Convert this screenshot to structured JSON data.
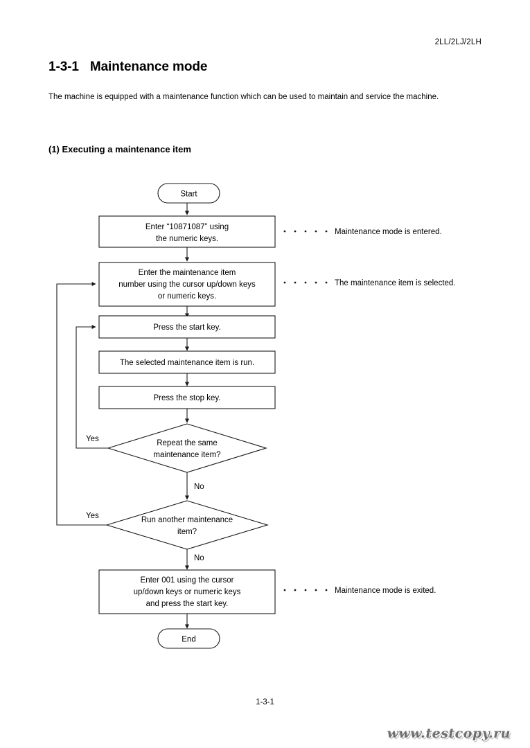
{
  "document": {
    "header_code": "2LL/2LJ/2LH",
    "section_number": "1-3-1",
    "section_title": "Maintenance mode",
    "intro_paragraph": "The machine is equipped with a maintenance function which can be used to maintain and service the machine.",
    "subsection_title": "(1) Executing a maintenance item",
    "footer_page": "1-3-1",
    "watermark": "www.testcopy.ru"
  },
  "flowchart": {
    "start_label": "Start",
    "end_label": "End",
    "box1_line1": "Enter “10871087” using",
    "box1_line2": "the numeric keys.",
    "box2_line1": "Enter the maintenance item",
    "box2_line2": "number using the cursor up/down keys",
    "box2_line3": "or numeric keys.",
    "box3_text": "Press the start key.",
    "box4_text": "The selected maintenance item is run.",
    "box5_text": "Press the stop key.",
    "diamond1_line1": "Repeat the same",
    "diamond1_line2": "maintenance item?",
    "diamond2_line1": "Run another maintenance",
    "diamond2_line2": "item?",
    "box6_line1": "Enter 001 using the cursor",
    "box6_line2": "up/down keys or numeric keys",
    "box6_line3": "and press the start key.",
    "branch_yes_1": "Yes",
    "branch_no_1": "No",
    "branch_yes_2": "Yes",
    "branch_no_2": "No",
    "annotation_1": "Maintenance mode is entered.",
    "annotation_2": "The maintenance item is selected.",
    "annotation_3": "Maintenance mode is exited."
  }
}
